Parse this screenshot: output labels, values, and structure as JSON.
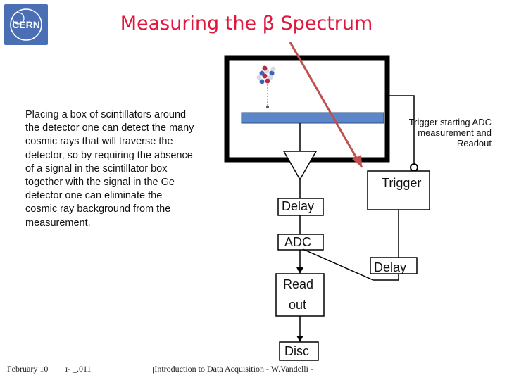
{
  "title": "Measuring the β Spectrum",
  "paragraph": "Placing a box of scintillators around the detector one can detect the many cosmic rays that will traverse the detector, so by requiring the absence of a signal in the scintillator box together with the signal in the Ge detector one can eliminate the cosmic ray background from the measurement.",
  "trigger_note": "Trigger starting ADC measurement and Readout",
  "blocks": {
    "trigger": "Trigger",
    "delay_left": "Delay",
    "adc": "ADC",
    "delay_right": "Delay",
    "readout_line1": "Read",
    "readout_line2": "out",
    "disc": "Disc"
  },
  "footer": {
    "date": "February 10",
    "mid": "ɹ‑ _.011",
    "center": "ꞁIntroduction to Data Acquisition - W.Vandelli -"
  },
  "colors": {
    "title": "#e0163d",
    "scintillator": "#5b86c9",
    "cosmic_ray": "#c0504d",
    "logo": "#4a6fb5"
  }
}
